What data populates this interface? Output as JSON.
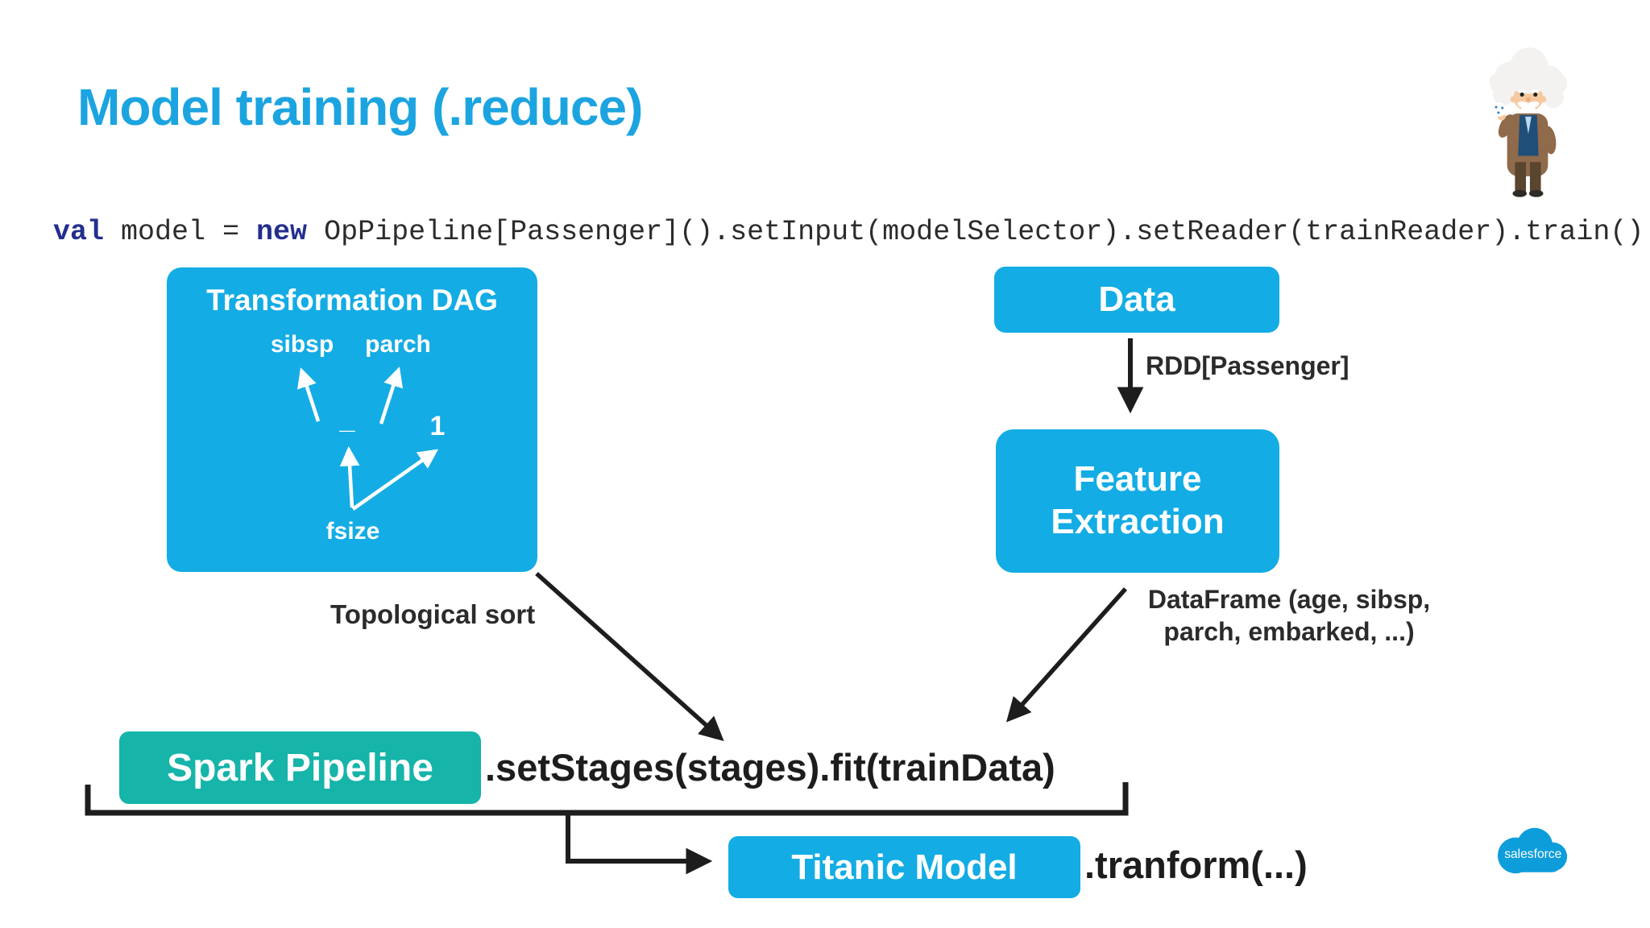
{
  "slide": {
    "title": "Model training (.reduce)"
  },
  "colors": {
    "accent_blue": "#1CA4E0",
    "box_cyan": "#14ACE4",
    "box_teal": "#16B4A9",
    "code_keyword_navy": "#232E8E",
    "text_dark": "#2b2b2b",
    "arrow_black": "#1d1d1d",
    "logo_blue": "#0D9DDB"
  },
  "code": {
    "kw_val": "val",
    "mid": " model = ",
    "kw_new": "new",
    "rest": " OpPipeline[Passenger]().setInput(modelSelector).setReader(trainReader).train()"
  },
  "dag": {
    "title": "Transformation DAG",
    "nodes": {
      "sibsp": "sibsp",
      "parch": "parch",
      "minus": "_",
      "one": "1",
      "fsize": "fsize"
    },
    "annotation": "Topological sort"
  },
  "data_flow": {
    "data_box": "Data",
    "rdd_label": "RDD[Passenger]",
    "feature_box_line1": "Feature",
    "feature_box_line2": "Extraction",
    "dataframe_label_line1": "DataFrame (age, sibsp,",
    "dataframe_label_line2": "parch, embarked, ...)"
  },
  "pipeline": {
    "spark_box": "Spark Pipeline",
    "set_stages_code": ".setStages(stages).fit(trainData)",
    "titanic_box": "Titanic Model",
    "transform_code": ".tranform(...)"
  },
  "branding": {
    "logo_text": "salesforce"
  }
}
